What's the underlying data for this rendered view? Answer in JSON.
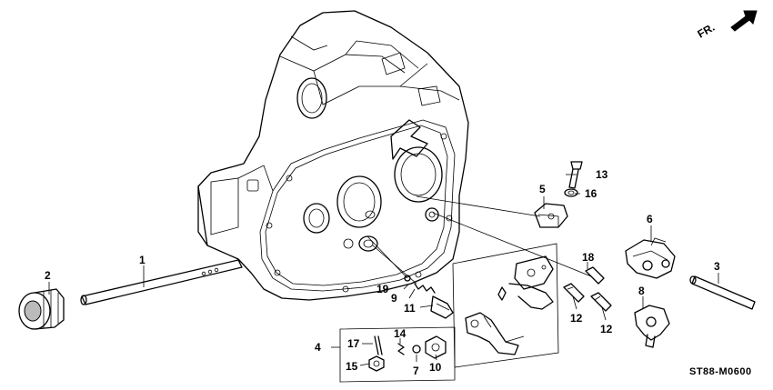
{
  "diagram": {
    "code": "ST88-M0600",
    "direction_label": "FR.",
    "labels": {
      "l1": "1",
      "l2": "2",
      "l3": "3",
      "l4": "4",
      "l5": "5",
      "l6": "6",
      "l7": "7",
      "l8": "8",
      "l9": "9",
      "l10": "10",
      "l11": "11",
      "l12a": "12",
      "l12b": "12",
      "l13": "13",
      "l14": "14",
      "l15": "15",
      "l16": "16",
      "l17": "17",
      "l18": "18",
      "l19": "19"
    }
  }
}
